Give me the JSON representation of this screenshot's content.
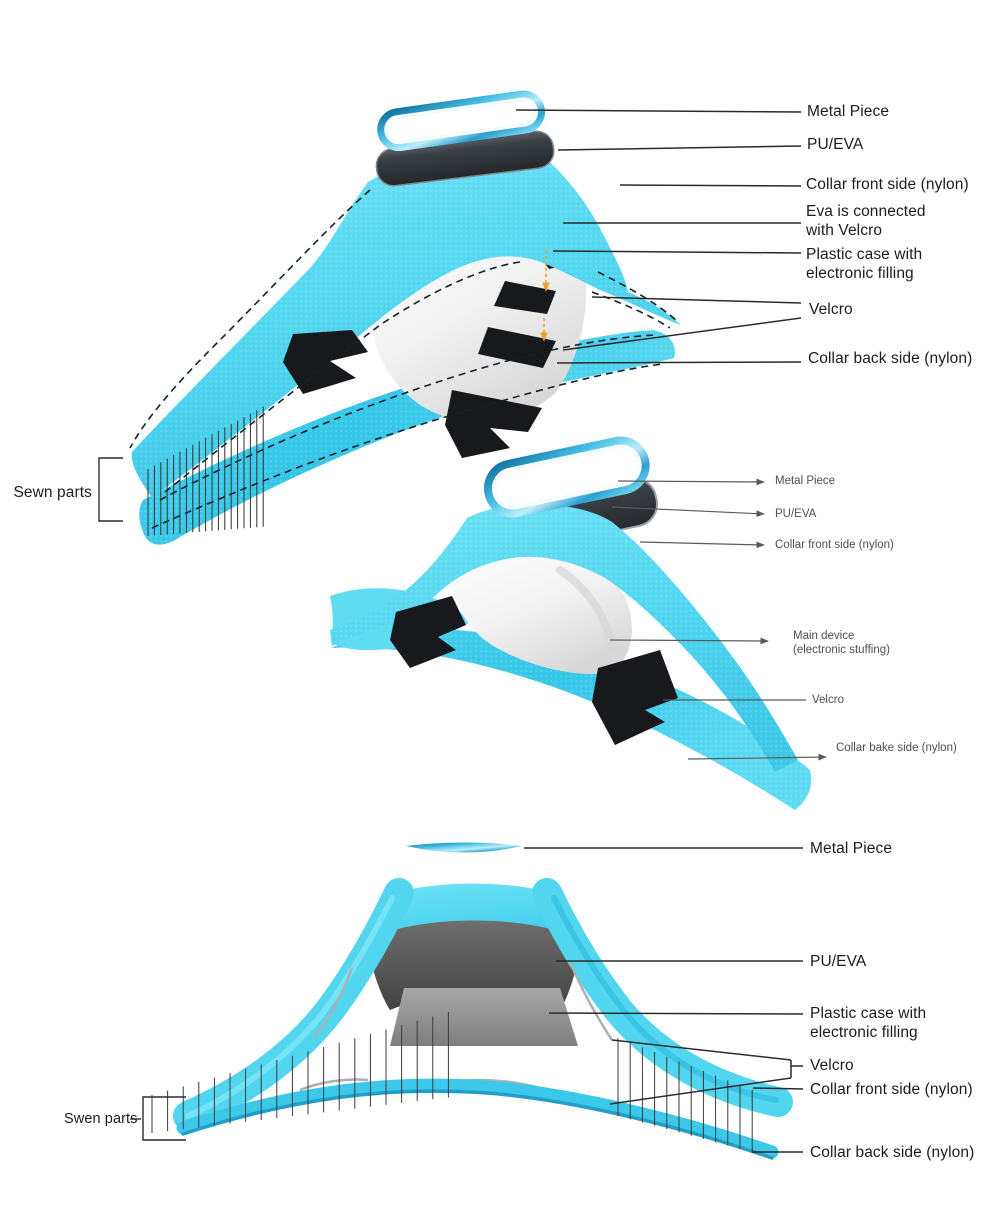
{
  "title": "Smart collar construction diagram",
  "colors": {
    "collar_front_cyan": "#55d8f1",
    "collar_back_cyan": "#3ecbea",
    "deep_edge_blue": "#219fc9",
    "metal_blue": "#2a9fd0",
    "velcro_black": "#17191c",
    "pu_eva_dark": "#33383d",
    "case_gray": "#8f8f8f",
    "label_dark": "#1c1c1c",
    "label_gray": "#4f4f4f",
    "orange_connector": "#f0a030"
  },
  "diagrams": {
    "top": {
      "view": "exploded side view",
      "labels": {
        "metal_piece": "Metal Piece",
        "pu_eva": "PU/EVA",
        "collar_front": "Collar front side (nylon)",
        "eva_velcro": "Eva is connected\nwith Velcro",
        "plastic_case": "Plastic case with\nelectronic filling",
        "velcro": "Velcro",
        "collar_back": "Collar back side (nylon)",
        "sewn_parts": "Sewn parts"
      }
    },
    "middle": {
      "view": "assembled perspective view",
      "labels": {
        "metal_piece": "Metal Piece",
        "pu_eva": "PU/EVA",
        "collar_front": "Collar front side (nylon)",
        "main_device": "Main device\n(electronic stuffing)",
        "velcro": "Velcro",
        "collar_back": "Collar bake side (nylon)"
      }
    },
    "bottom": {
      "view": "front cross-section view",
      "labels": {
        "metal_piece": "Metal Piece",
        "pu_eva": "PU/EVA",
        "plastic_case": "Plastic case with\nelectronic filling",
        "velcro": "Velcro",
        "collar_front": "Collar front side (nylon)",
        "collar_back": "Collar back side (nylon)",
        "sewn_parts": "Swen parts"
      }
    }
  }
}
